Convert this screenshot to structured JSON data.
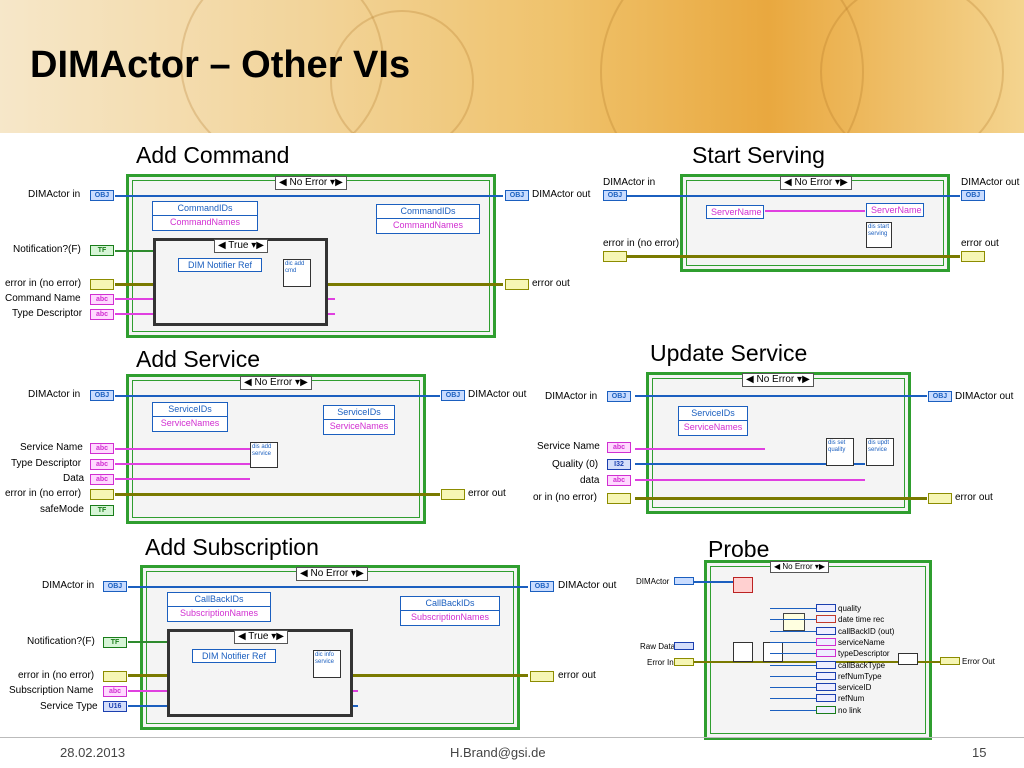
{
  "slide": {
    "title": "DIMActor – Other VIs",
    "footer_date": "28.02.2013",
    "footer_email": "H.Brand@gsi.de",
    "footer_page": "15"
  },
  "sections": {
    "add_command": {
      "title": "Add Command",
      "case": "No Error",
      "inner_case": "True",
      "terms": [
        "DIMActor in",
        "Notification?(F)",
        "error in (no error)",
        "Command Name",
        "Type Descriptor",
        "DIMActor out",
        "error out"
      ],
      "node_a": [
        "CommandIDs",
        "CommandNames"
      ],
      "node_b": [
        "CommandIDs",
        "CommandNames"
      ],
      "notifier": "DIM Notifier Ref",
      "sub": "dic add cmd"
    },
    "start_serving": {
      "title": "Start Serving",
      "case": "No Error",
      "terms": [
        "DIMActor in",
        "error in (no error)",
        "DIMActor out",
        "error out"
      ],
      "node_a": "ServerName",
      "node_b": "ServerName",
      "sub": "dis start serving"
    },
    "add_service": {
      "title": "Add Service",
      "case": "No Error",
      "terms": [
        "DIMActor in",
        "Service Name",
        "Type Descriptor",
        "Data",
        "error in (no error)",
        "safeMode",
        "DIMActor out",
        "error out"
      ],
      "node_a": [
        "ServiceIDs",
        "ServiceNames"
      ],
      "node_b": [
        "ServiceIDs",
        "ServiceNames"
      ],
      "sub": "dis add service"
    },
    "update_service": {
      "title": "Update Service",
      "case": "No Error",
      "terms": [
        "DIMActor in",
        "Service Name",
        "Quality (0)",
        "data",
        "or in (no error)",
        "DIMActor out",
        "error out"
      ],
      "node_a": [
        "ServiceIDs",
        "ServiceNames"
      ],
      "sub1": "dis set quality",
      "sub2": "dis updt service"
    },
    "add_subscription": {
      "title": "Add Subscription",
      "case": "No Error",
      "inner_case": "True",
      "terms": [
        "DIMActor in",
        "Notification?(F)",
        "error in (no error)",
        "Subscription Name",
        "Service Type",
        "DIMActor out",
        "error out"
      ],
      "node_a": [
        "CallBackIDs",
        "SubscriptionNames"
      ],
      "node_b": [
        "CallBackIDs",
        "SubscriptionNames"
      ],
      "notifier": "DIM Notifier Ref",
      "sub": "dic info service"
    },
    "probe": {
      "title": "Probe",
      "case": "No Error",
      "terms": [
        "DIMActor",
        "Raw Data",
        "Error In",
        "Error Out"
      ],
      "outputs": [
        "quality",
        "date time rec",
        "callBackID (out)",
        "serviceName",
        "typeDescriptor",
        "callBackType",
        "refNumType",
        "serviceID",
        "refNum",
        "no link"
      ]
    }
  },
  "control_labels": {
    "obj": "OBJ",
    "tf": "TF",
    "err": "",
    "str": "abc",
    "i32": "I32",
    "u16": "U16"
  },
  "colors": {
    "frame": "#2f9e2f",
    "class_wire": "#1b5fbf",
    "string_wire": "#e040e0",
    "error_wire": "#7a7a00",
    "bool_wire": "#2e8b2e"
  }
}
